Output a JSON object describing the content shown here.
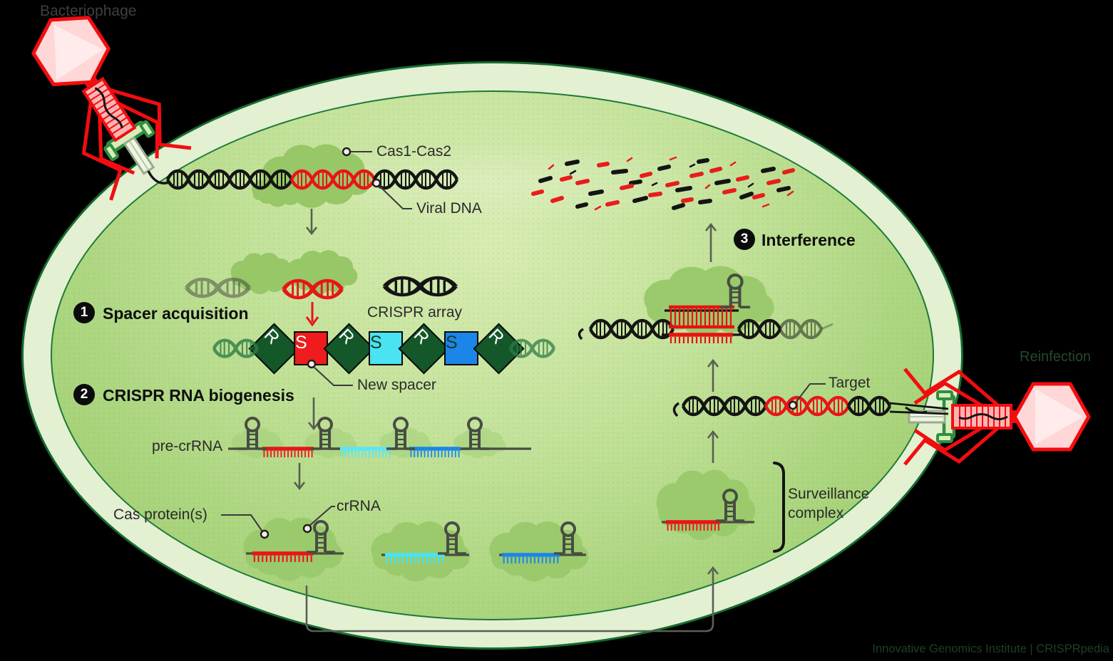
{
  "labels": {
    "bacteriophage": "Bacteriophage",
    "reinfection": "Reinfection",
    "cas1_cas2": "Cas1-Cas2",
    "viral_dna": "Viral DNA",
    "crispr_array": "CRISPR array",
    "new_spacer": "New spacer",
    "pre_crrna": "pre-crRNA",
    "cas_proteins": "Cas protein(s)",
    "crrna": "crRNA",
    "target": "Target",
    "surveillance_line1": "Surveillance",
    "surveillance_line2": "complex",
    "credit": "Innovative Genomics Institute | CRISPRpedia"
  },
  "steps": [
    {
      "num": "1",
      "label": "Spacer acquisition"
    },
    {
      "num": "2",
      "label": "CRISPR RNA biogenesis"
    },
    {
      "num": "3",
      "label": "Interference"
    }
  ],
  "crispr_array": {
    "units": [
      {
        "letter": "R",
        "type": "repeat"
      },
      {
        "letter": "S",
        "type": "spacer-red"
      },
      {
        "letter": "R",
        "type": "repeat"
      },
      {
        "letter": "S",
        "type": "spacer-cyan"
      },
      {
        "letter": "R",
        "type": "repeat"
      },
      {
        "letter": "S",
        "type": "spacer-blue"
      },
      {
        "letter": "R",
        "type": "repeat"
      }
    ]
  },
  "colors": {
    "phage_red": "#f20d10",
    "spacer_red": "#e81518",
    "spacer_cyan": "#49e3f2",
    "spacer_blue": "#1b86e8",
    "repeat_green": "#14582a",
    "cell_band": "#e3f0d2",
    "cell_border": "#156b30",
    "cell_fill": "#b9dd8c",
    "protein_blob": "#9bca6c",
    "arrow_gray": "#566050"
  }
}
